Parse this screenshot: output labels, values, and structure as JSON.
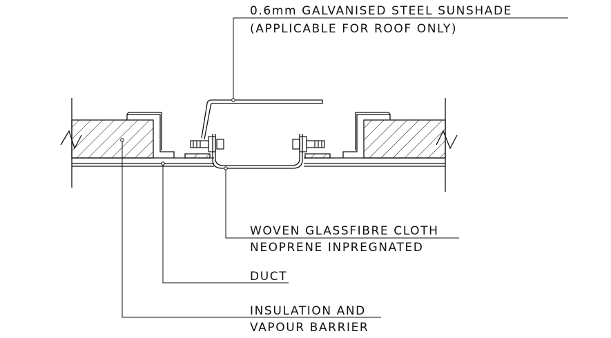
{
  "colors": {
    "background": "#ffffff",
    "ink": "#111111"
  },
  "callouts": {
    "sunshade": {
      "line1": "0.6mm GALVANISED STEEL SUNSHADE",
      "line2": "(APPLICABLE FOR ROOF ONLY)"
    },
    "cloth": {
      "line1": "WOVEN GLASSFIBRE CLOTH",
      "line2": "NEOPRENE INPREGNATED"
    },
    "duct": {
      "line1": "DUCT"
    },
    "insulation": {
      "line1": "INSULATION AND",
      "line2": "VAPOUR BARRIER"
    }
  }
}
